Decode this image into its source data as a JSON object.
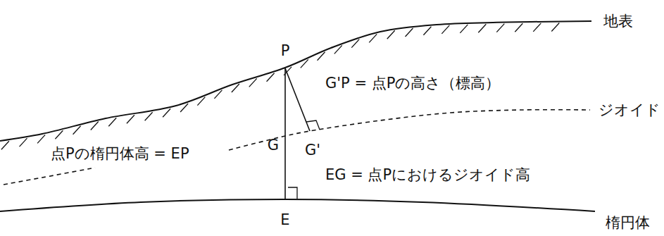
{
  "diagram": {
    "labels": [
      "P",
      "地表",
      "G'P = 点Pの高さ（標高）",
      "G",
      "ジオイド",
      "G'",
      "点Pの楕円体高 = EP",
      "EG = 点Pにおけるジオイド高",
      "E",
      "楕円体"
    ]
  }
}
